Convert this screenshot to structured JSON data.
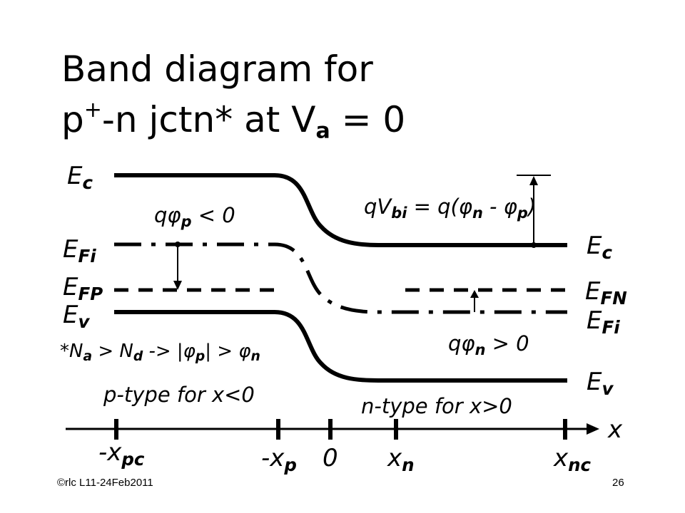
{
  "title": {
    "line1": "Band diagram for",
    "line2_p": "p",
    "line2_sup": "+",
    "line2_mid": "-n jctn* at V",
    "line2_sub": "a",
    "line2_end": " = 0"
  },
  "labels": {
    "ec_left": {
      "main": "E",
      "sub": "c"
    },
    "efi_left": {
      "main": "E",
      "sub": "Fi"
    },
    "efp_left": {
      "main": "E",
      "sub": "FP"
    },
    "ev_left": {
      "main": "E",
      "sub": "v"
    },
    "ec_right": {
      "main": "E",
      "sub": "c"
    },
    "efn_right": {
      "main": "E",
      "sub": "FN"
    },
    "efi_right": {
      "main": "E",
      "sub": "Fi"
    },
    "ev_right": {
      "main": "E",
      "sub": "v"
    },
    "qphi_p": {
      "pre": "q",
      "phi": "φ",
      "sub": "p",
      "post": " < 0"
    },
    "qphi_n": {
      "pre": "q",
      "phi": "φ",
      "sub": "n",
      "post": " > 0"
    },
    "qvbi": {
      "pre": "qV",
      "sub1": "bi",
      "mid": " = q(",
      "phi1": "φ",
      "sub2": "n",
      "minus": " - ",
      "phi2": "φ",
      "sub3": "p",
      "end": ")"
    },
    "note": {
      "a": "*N",
      "sub1": "a",
      "b": " > N",
      "sub2": "d",
      "c": " -> |",
      "phi1": "φ",
      "sub3": "p",
      "d": "| > ",
      "phi2": "φ",
      "sub4": "n"
    },
    "p_type": "p-type for x<0",
    "n_type": "n-type for x>0",
    "x_axis": "x",
    "tick_xpc": {
      "main": "-x",
      "sub": "pc"
    },
    "tick_xp": {
      "main": "-x",
      "sub": "p"
    },
    "tick_0": "0",
    "tick_xn": {
      "main": "x",
      "sub": "n"
    },
    "tick_xnc": {
      "main": "x",
      "sub": "nc"
    }
  },
  "footer": {
    "left": "©rlc L11-24Feb2011",
    "right": "26"
  }
}
